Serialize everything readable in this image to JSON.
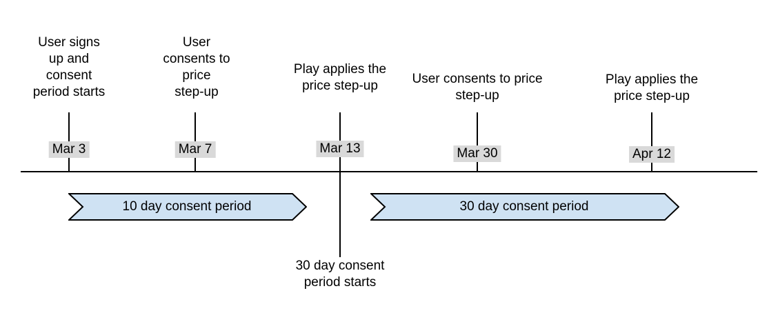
{
  "colors": {
    "band_fill": "#cfe2f3",
    "band_stroke": "#000000",
    "date_bg": "#d9d9d9",
    "line": "#000000"
  },
  "timeline": {
    "milestones": [
      {
        "id": "signup",
        "date": "Mar 3",
        "label": "User signs\nup and\nconsent\nperiod starts"
      },
      {
        "id": "consent-1",
        "date": "Mar 7",
        "label": "User\nconsents to\nprice\nstep-up"
      },
      {
        "id": "apply-1",
        "date": "Mar 13",
        "label": "Play applies the\nprice step-up",
        "sub_label": "30 day consent\nperiod starts"
      },
      {
        "id": "consent-2",
        "date": "Mar 30",
        "label": "User consents to price\nstep-up"
      },
      {
        "id": "apply-2",
        "date": "Apr 12",
        "label": "Play applies the\nprice step-up"
      }
    ],
    "periods": [
      {
        "id": "period-10-day",
        "label": "10 day consent period"
      },
      {
        "id": "period-30-day",
        "label": "30 day consent period"
      }
    ]
  }
}
